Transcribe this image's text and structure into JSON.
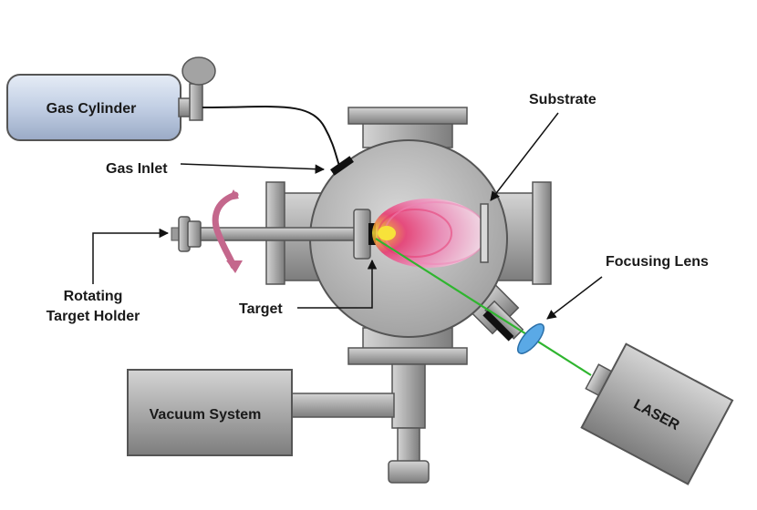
{
  "labels": {
    "gas_cylinder": "Gas Cylinder",
    "gas_inlet": "Gas Inlet",
    "substrate": "Substrate",
    "focusing_lens": "Focusing Lens",
    "rotating_line1": "Rotating",
    "rotating_line2": "Target Holder",
    "target": "Target",
    "vacuum_system": "Vacuum System",
    "laser": "LASER"
  },
  "colors": {
    "steel": "#a8a8a8",
    "steel_dark": "#6e6e6e",
    "gas_cylinder": "#c7d3e8",
    "beam": "#2fb52f",
    "lens": "#5aa9e6",
    "plume_outer": "#f3b0cf",
    "plume_inner": "#e8336d",
    "plume_core": "#f7e23a"
  }
}
